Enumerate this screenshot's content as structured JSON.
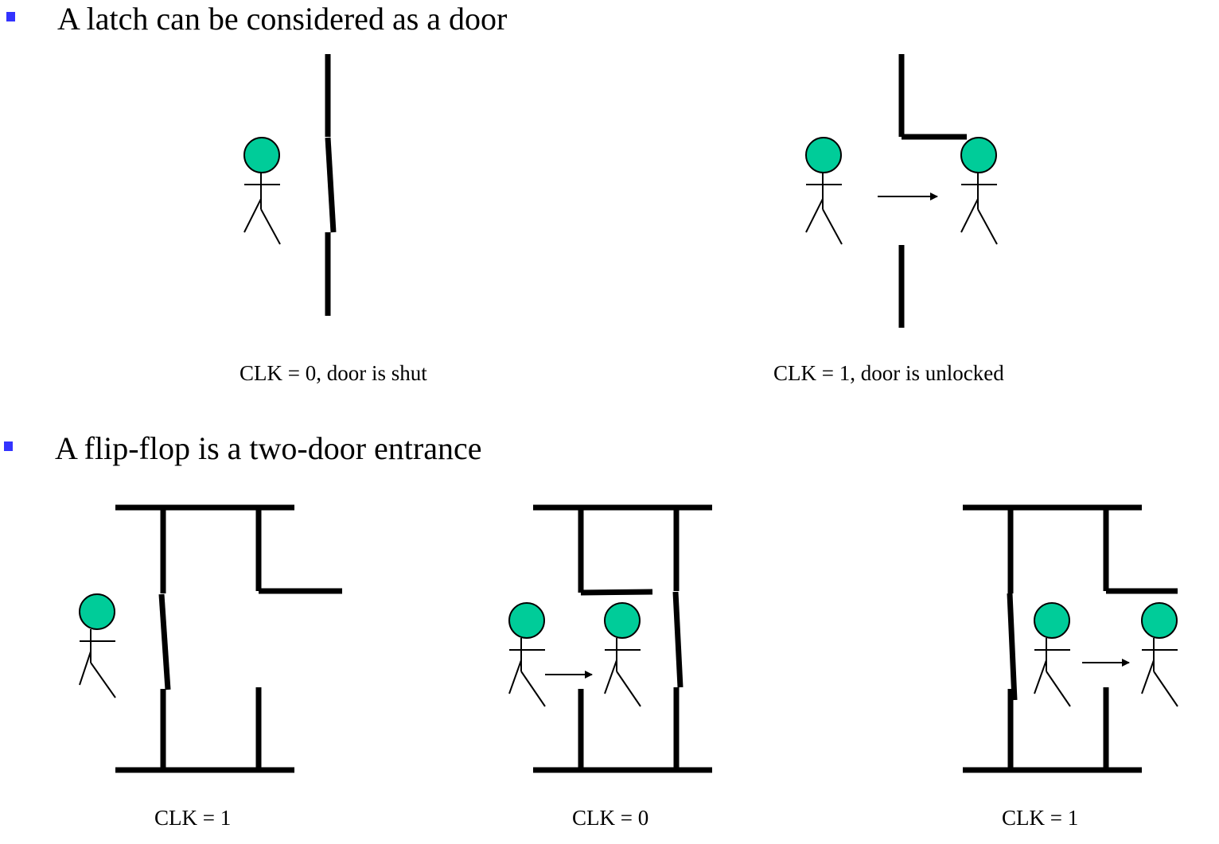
{
  "colors": {
    "bullet": "#3333ff",
    "person_head": "#00cc99",
    "wall": "#000000",
    "background": "#ffffff"
  },
  "sections": [
    {
      "bullet_icon": "square-bullet-icon",
      "heading": "A latch can be considered as a door",
      "panels": [
        {
          "caption": "CLK = 0, door is shut",
          "door_state": "shut",
          "people": 1,
          "arrow": false
        },
        {
          "caption": "CLK = 1, door is unlocked",
          "door_state": "open",
          "people": 2,
          "arrow": true
        }
      ]
    },
    {
      "bullet_icon": "square-bullet-icon",
      "heading": "A flip-flop is a two-door entrance",
      "panels": [
        {
          "caption": "CLK = 1",
          "first_door": "shut",
          "second_door": "open",
          "people": 1,
          "arrow": false
        },
        {
          "caption": "CLK = 0",
          "first_door": "open",
          "second_door": "shut",
          "people": 2,
          "arrow": true
        },
        {
          "caption": "CLK = 1",
          "first_door": "shut",
          "second_door": "open",
          "people": 2,
          "arrow": true
        }
      ]
    }
  ]
}
